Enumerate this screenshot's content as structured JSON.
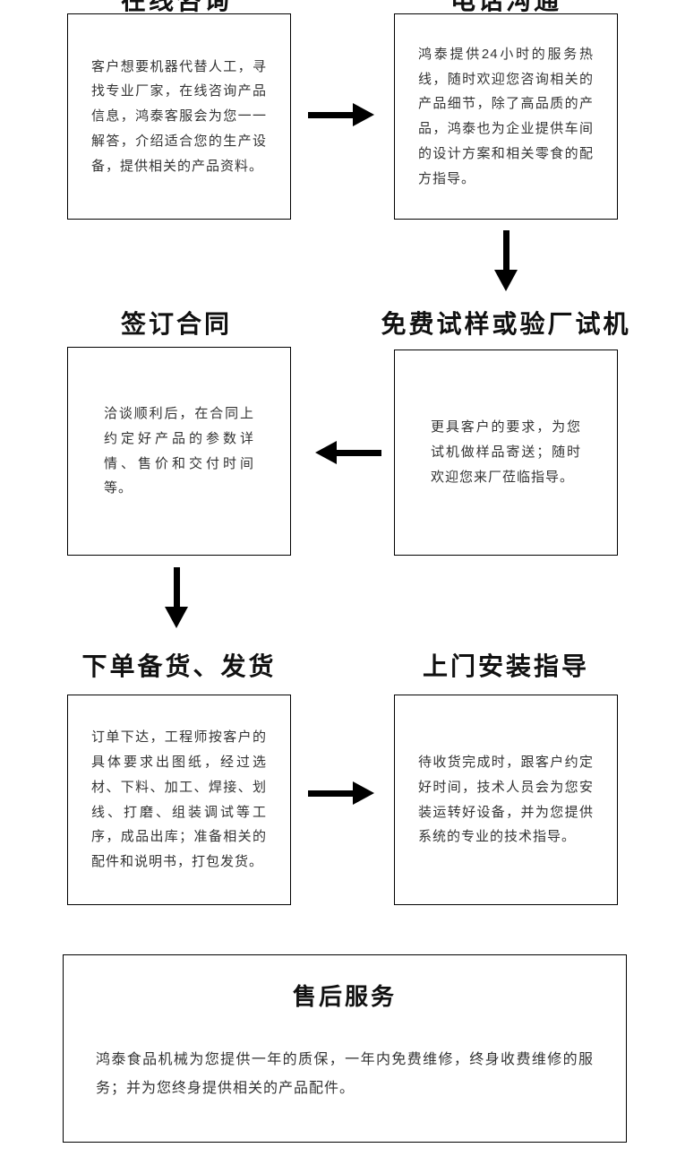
{
  "colors": {
    "line": "#000000",
    "heading": "#111111",
    "body_text": "#333333",
    "background": "#ffffff"
  },
  "flow": {
    "step1": {
      "title": "在线咨询",
      "body": "客户想要机器代替人工，寻找专业厂家，在线咨询产品信息，鸿泰客服会为您一一解答，介绍适合您的生产设备，提供相关的产品资料。"
    },
    "step2": {
      "title": "电话沟通",
      "body": "鸿泰提供24小时的服务热线，随时欢迎您咨询相关的产品细节，除了高品质的产品，鸿泰也为企业提供车间的设计方案和相关零食的配方指导。"
    },
    "step3": {
      "title": "签订合同",
      "body": "洽谈顺利后，在合同上约定好产品的参数详情、售价和交付时间等。"
    },
    "step4": {
      "title": "免费试样或验厂试机",
      "body": "更具客户的要求，为您试机做样品寄送；随时欢迎您来厂莅临指导。"
    },
    "step5": {
      "title": "下单备货、发货",
      "body": "订单下达，工程师按客户的具体要求出图纸，经过选材、下料、加工、焊接、划线、打磨、组装调试等工序，成品出库；准备相关的配件和说明书，打包发货。"
    },
    "step6": {
      "title": "上门安装指导",
      "body": "待收货完成时，跟客户约定好时间，技术人员会为您安装运转好设备，并为您提供系统的专业的技术指导。"
    },
    "after_sales": {
      "title": "售后服务",
      "body": "鸿泰食品机械为您提供一年的质保，一年内免费维修，终身收费维修的服务；并为您终身提供相关的产品配件。"
    }
  }
}
